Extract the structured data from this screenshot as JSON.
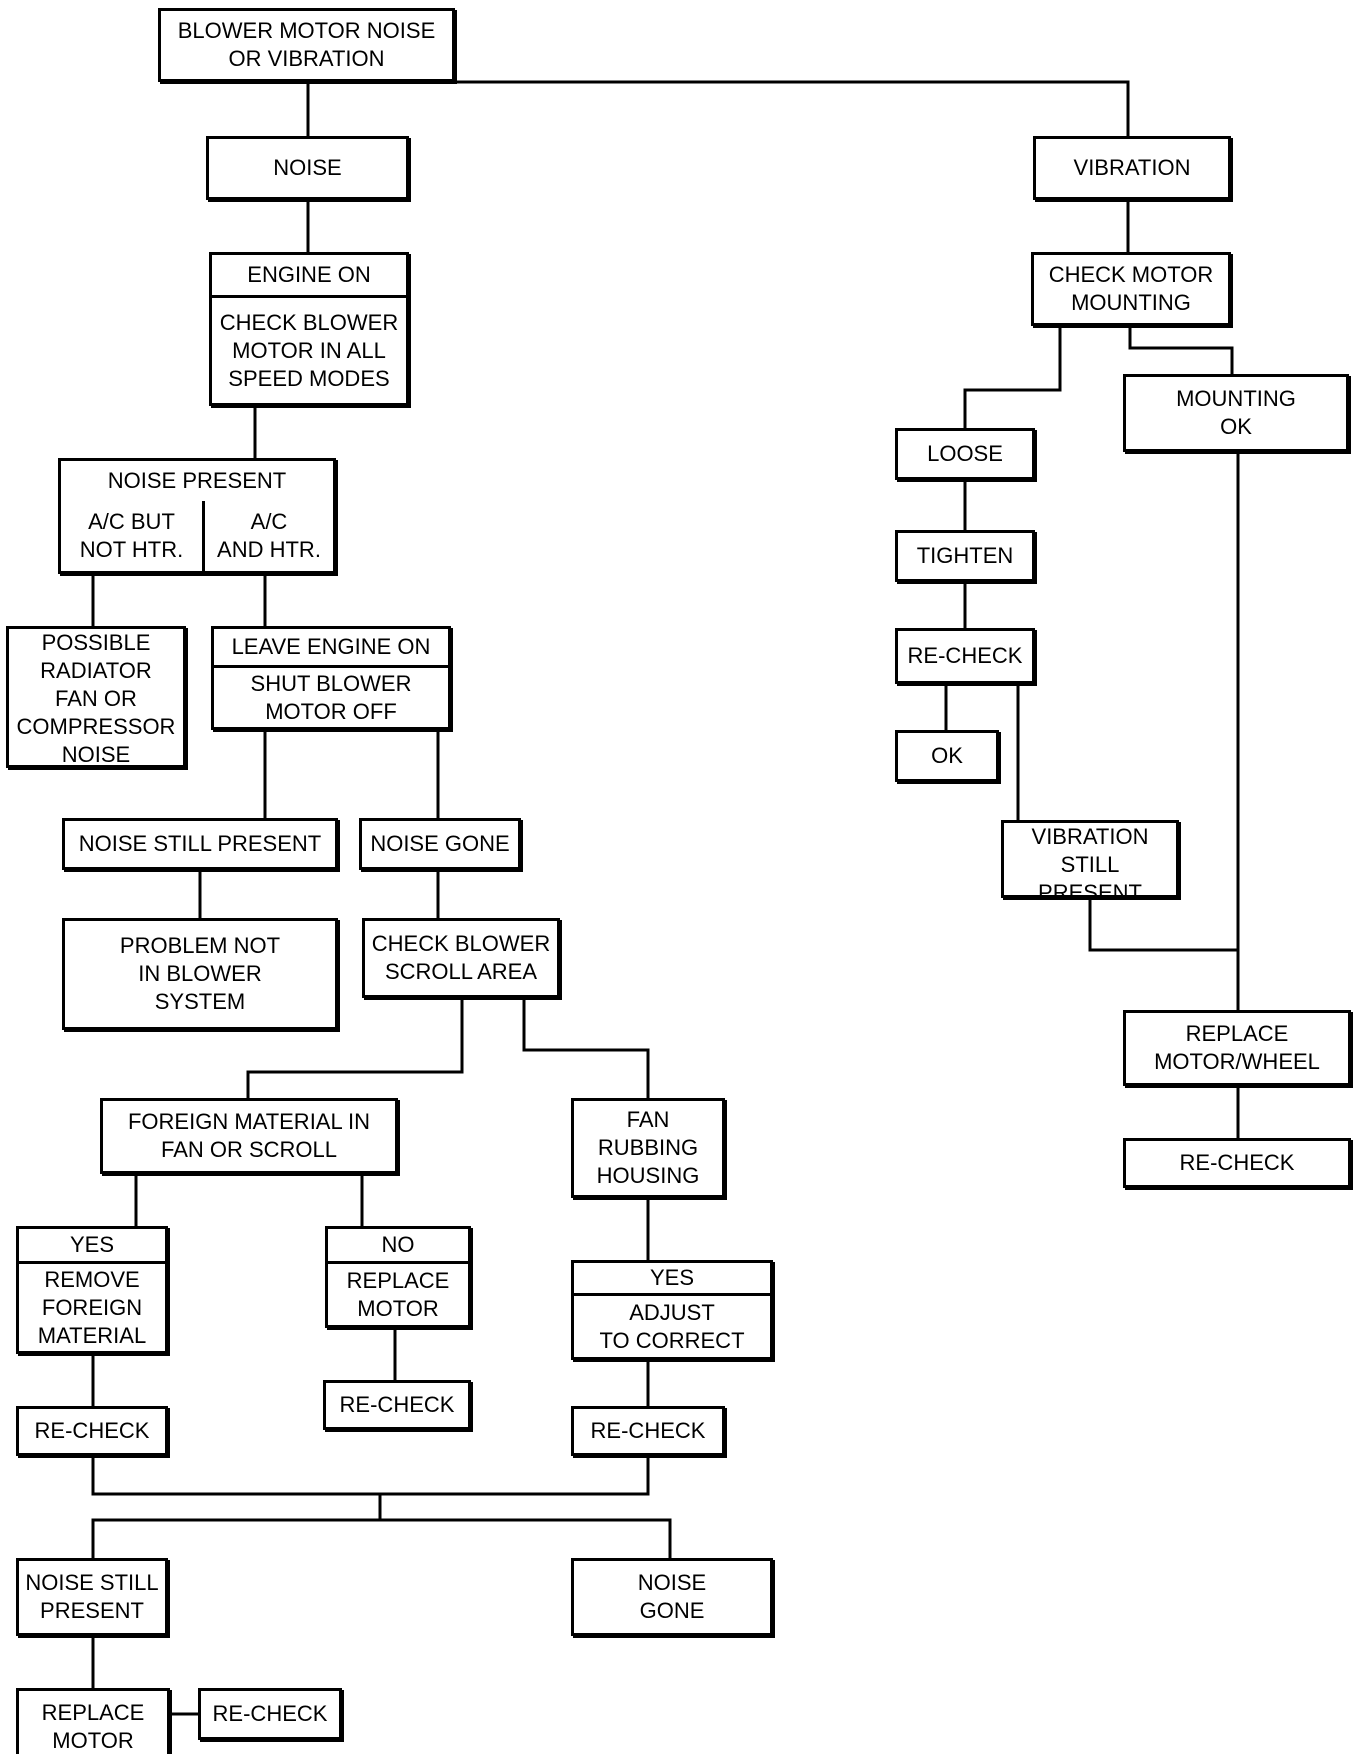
{
  "nodes": {
    "root": "BLOWER MOTOR NOISE\nOR VIBRATION",
    "noise": "NOISE",
    "vibration": "VIBRATION",
    "engine_on": "ENGINE ON",
    "check_blower_all_speeds": "CHECK BLOWER\nMOTOR IN ALL\nSPEED MODES",
    "noise_present": "NOISE PRESENT",
    "ac_but_not_htr": "A/C BUT\nNOT HTR.",
    "ac_and_htr": "A/C\nAND HTR.",
    "possible_radiator": "POSSIBLE\nRADIATOR\nFAN OR\nCOMPRESSOR\nNOISE",
    "leave_engine_on": "LEAVE ENGINE ON",
    "shut_blower_off": "SHUT BLOWER\nMOTOR OFF",
    "noise_still_present": "NOISE STILL PRESENT",
    "noise_gone": "NOISE GONE",
    "problem_not_in_blower": "PROBLEM NOT\nIN BLOWER\nSYSTEM",
    "check_scroll": "CHECK BLOWER\nSCROLL AREA",
    "foreign_material": "FOREIGN MATERIAL IN\nFAN OR SCROLL",
    "fan_rubbing": "FAN\nRUBBING\nHOUSING",
    "yes": "YES",
    "no": "NO",
    "remove_foreign": "REMOVE\nFOREIGN\nMATERIAL",
    "replace_motor": "REPLACE\nMOTOR",
    "adjust_to_correct": "ADJUST\nTO CORRECT",
    "recheck": "RE-CHECK",
    "noise_still_present_2": "NOISE STILL\nPRESENT",
    "noise_gone_2": "NOISE\nGONE",
    "replace_motor_final": "REPLACE\nMOTOR",
    "check_mounting": "CHECK MOTOR\nMOUNTING",
    "mounting_ok": "MOUNTING\nOK",
    "loose": "LOOSE",
    "tighten": "TIGHTEN",
    "ok": "OK",
    "vibration_still_present": "VIBRATION\nSTILL PRESENT",
    "replace_motor_wheel": "REPLACE\nMOTOR/WHEEL"
  }
}
